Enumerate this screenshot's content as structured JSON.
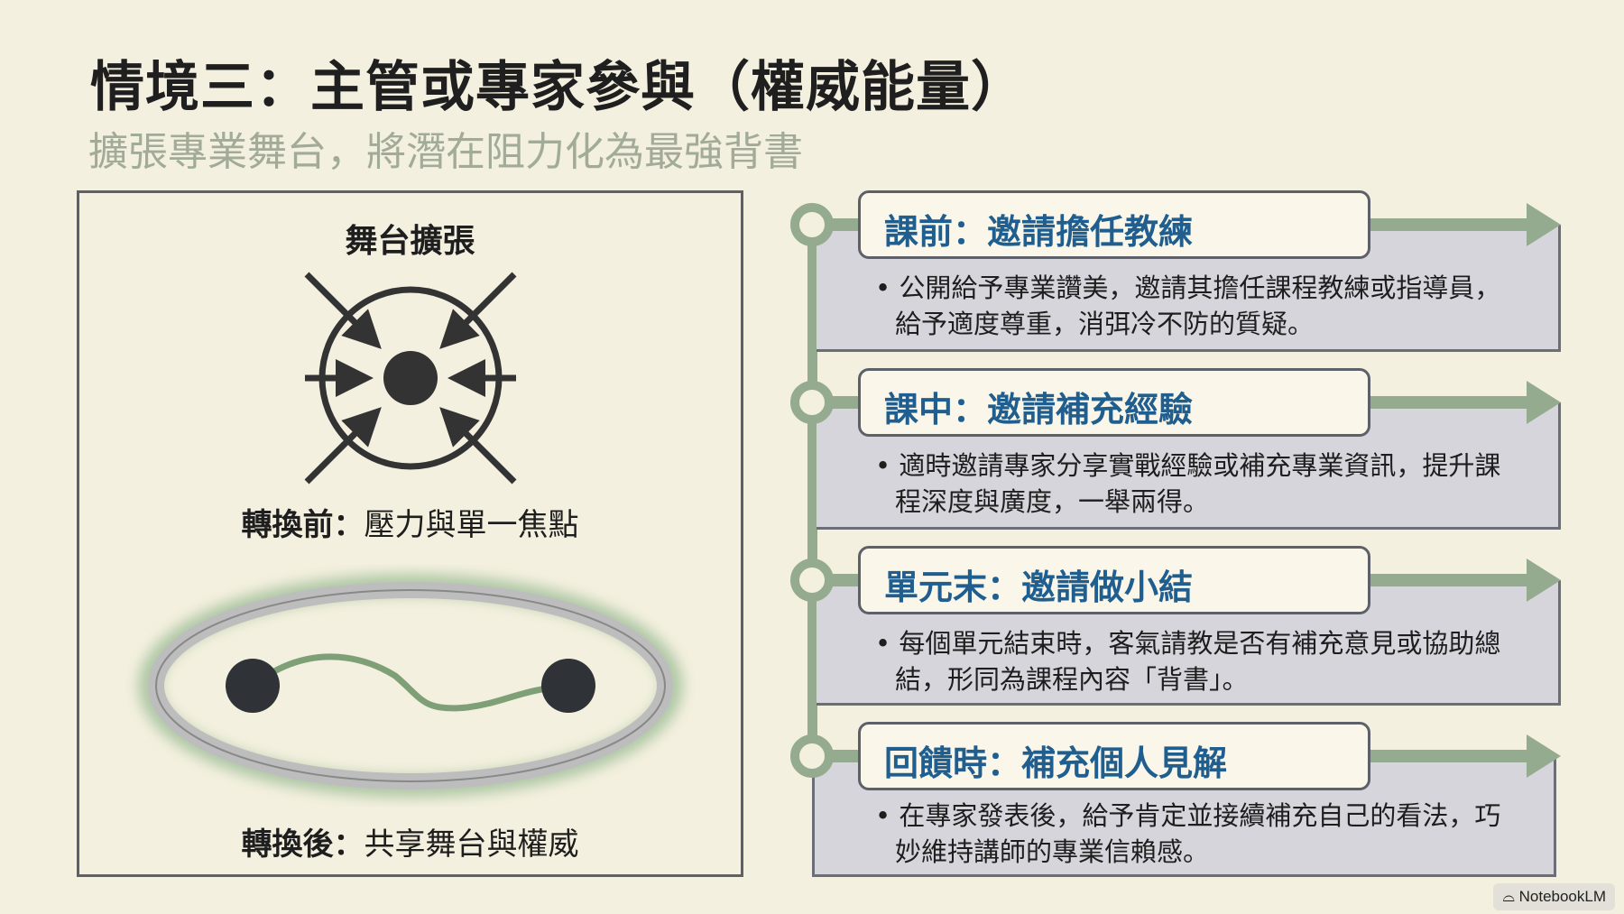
{
  "title": "情境三：主管或專家參與（權威能量）",
  "subtitle": "擴張專業舞台，將潛在阻力化為最強背書",
  "left_panel": {
    "heading": "舞台擴張",
    "before_prefix": "轉換前：",
    "before_text": "壓力與單一焦點",
    "after_prefix": "轉換後：",
    "after_text": "共享舞台與權威"
  },
  "steps": [
    {
      "title": "課前：邀請擔任教練",
      "text": "公開給予專業讚美，邀請其擔任課程教練或指導員，給予適度尊重，消弭冷不防的質疑。"
    },
    {
      "title": "課中：邀請補充經驗",
      "text": "適時邀請專家分享實戰經驗或補充專業資訊，提升課程深度與廣度，一舉兩得。"
    },
    {
      "title": "單元末：邀請做小結",
      "text": "每個單元結束時，客氣請教是否有補充意見或協助總結，形同為課程內容「背書」。"
    },
    {
      "title": "回饋時：補充個人見解",
      "text": "在專家發表後，給予肯定並接續補充自己的看法，巧妙維持講師的專業信賴感。"
    }
  ],
  "badge": "NotebookLM",
  "colors": {
    "accent_green": "#94ab8f",
    "title_blue": "#1f5e8e",
    "background": "#f4f0df"
  }
}
